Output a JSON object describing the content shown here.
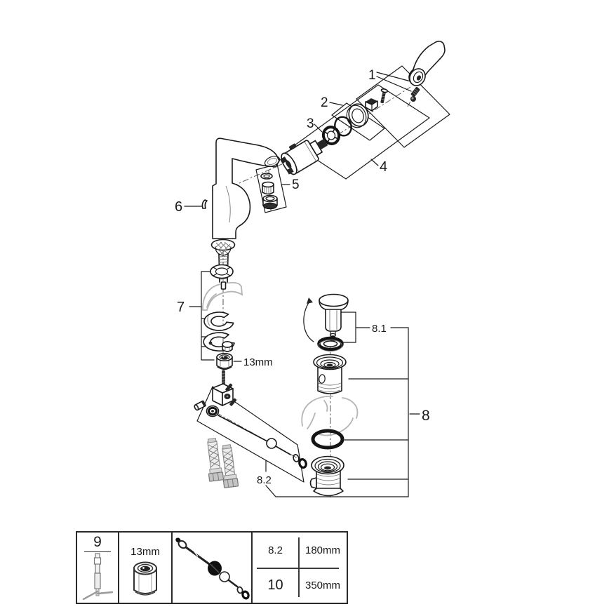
{
  "diagram": {
    "callouts": {
      "n1": "1",
      "n2": "2",
      "n3": "3",
      "n4": "4",
      "n5": "5",
      "n6": "6",
      "n7": "7",
      "n8": "8",
      "n8_1": "8.1",
      "n8_2": "8.2"
    },
    "wrench_size": "13mm",
    "colors": {
      "line": "#1a1a1a",
      "phantom": "#b4b4b4",
      "hose_gray": "#8f8f8f"
    }
  },
  "legend": {
    "tool_ref": "9",
    "wrench_size": "13mm",
    "rows": [
      {
        "ref": "8.2",
        "length": "180mm"
      },
      {
        "ref": "10",
        "length": "350mm"
      }
    ]
  }
}
